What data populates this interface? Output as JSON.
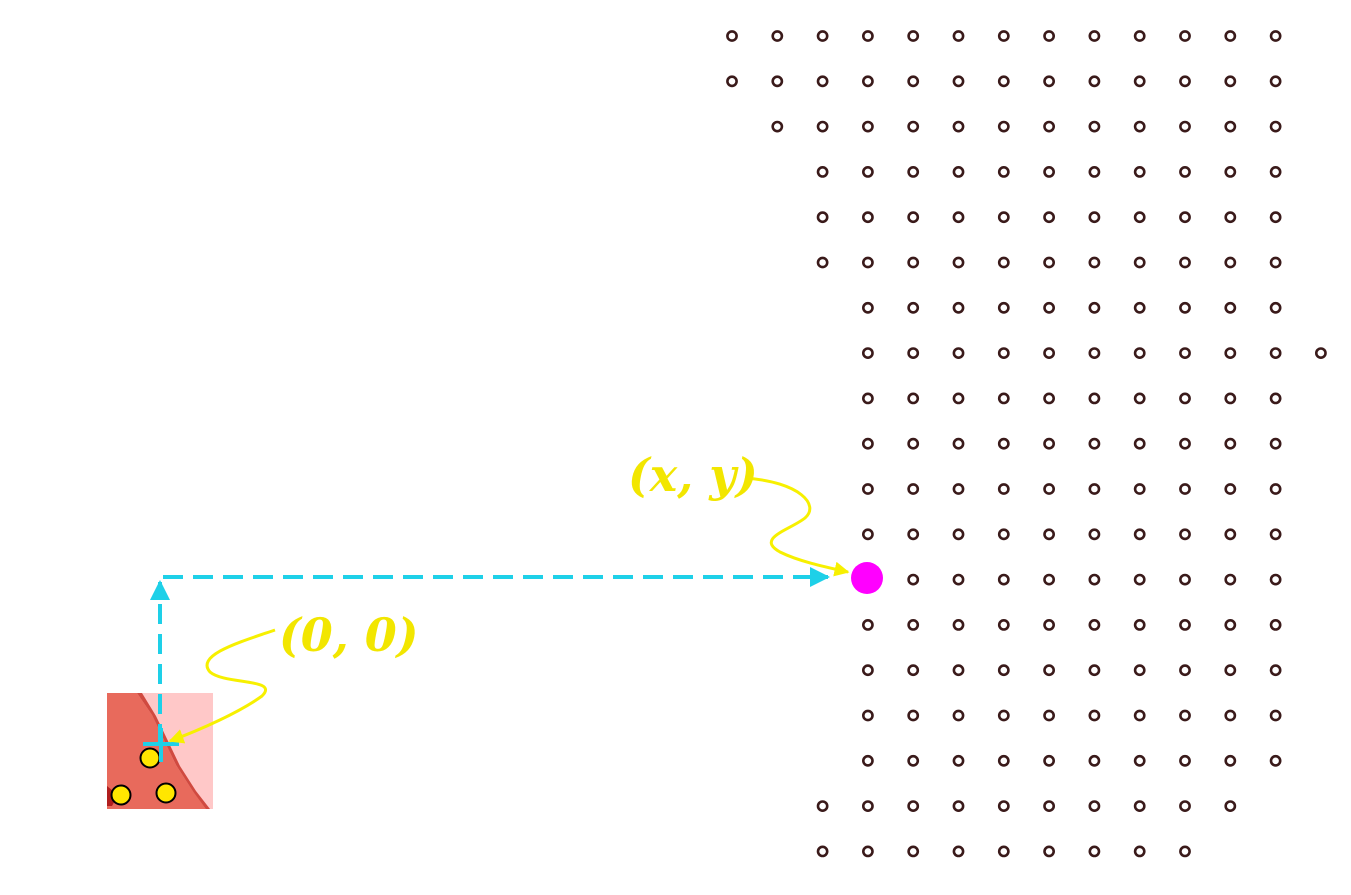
{
  "labels": {
    "origin": "(0, 0)",
    "target": "(x, y)"
  },
  "colors": {
    "grid_dot": "#3a1a1a",
    "highlight_dot": "#ff00ff",
    "label_text": "#f2e600",
    "dashed_arrow": "#1ed0e8",
    "callout_arrow": "#f7f000",
    "thumb_background": "#ffc8c8",
    "thumb_stripe": "#e86a5c",
    "thumb_dot_fill": "#ffe600",
    "thumb_dot_stroke": "#000000"
  },
  "dot_grid": {
    "rows": [
      {
        "start": 0,
        "end": 12
      },
      {
        "start": 0,
        "end": 12
      },
      {
        "start": 1,
        "end": 12
      },
      {
        "start": 2,
        "end": 12
      },
      {
        "start": 2,
        "end": 12
      },
      {
        "start": 2,
        "end": 12
      },
      {
        "start": 3,
        "end": 12
      },
      {
        "start": 3,
        "end": 13
      },
      {
        "start": 3,
        "end": 12
      },
      {
        "start": 3,
        "end": 12
      },
      {
        "start": 3,
        "end": 12
      },
      {
        "start": 3,
        "end": 12
      },
      {
        "start": 4,
        "end": 12
      },
      {
        "start": 3,
        "end": 12
      },
      {
        "start": 3,
        "end": 12
      },
      {
        "start": 3,
        "end": 12
      },
      {
        "start": 3,
        "end": 12
      },
      {
        "start": 2,
        "end": 11
      },
      {
        "start": 2,
        "end": 10
      }
    ],
    "highlight": {
      "row": 12,
      "col": 3
    }
  },
  "thumbnail_dot_count": 3
}
